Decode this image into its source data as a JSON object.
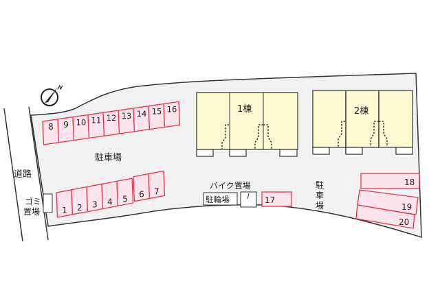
{
  "colors": {
    "stall_fill": "#fce4ec",
    "stall_stroke": "#e8344a",
    "building_fill": "#fbf9cf",
    "site_fill": "#f1f1f1"
  },
  "compass": {
    "icon": "north-arrow-icon",
    "label": "N"
  },
  "labels": {
    "road": "道路",
    "garbage_1": "ゴミ",
    "garbage_2": "置場",
    "parking_main": "駐車場",
    "parking_right_1": "駐",
    "parking_right_2": "車",
    "parking_right_3": "場",
    "building_1": "1棟",
    "building_2": "2棟",
    "bike_area": "バイク置場",
    "bicycle_area": "駐輪場"
  },
  "stalls_top": [
    "8",
    "9",
    "10",
    "11",
    "12",
    "13",
    "14",
    "15",
    "16"
  ],
  "stalls_bottom": [
    "1",
    "2",
    "3",
    "4",
    "5",
    "6",
    "7"
  ],
  "stall_17": "17",
  "stall_18": "18",
  "stall_19": "19",
  "stall_20": "20"
}
